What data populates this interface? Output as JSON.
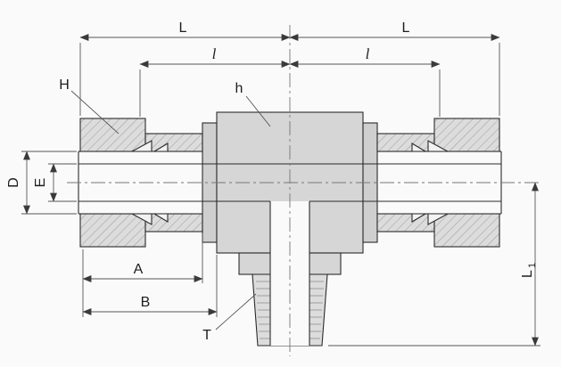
{
  "drawing": {
    "background_color": "#fafafa",
    "outline_color": "#2b2b2b",
    "thin_line_color": "#555555",
    "body_fill_color": "#d6d6d6",
    "hatch_fill_color": "#dcdcdc",
    "hatch_stroke_color": "#9a9a9a",
    "labels": {
      "length_left": "L",
      "length_right": "L",
      "inner_length_left": "l",
      "inner_length_right": "l",
      "nut_callout": "H",
      "body_callout": "h",
      "tube_od": "D",
      "bore_diameter": "E",
      "nut_length": "A",
      "body_length": "B",
      "thread_callout": "T",
      "branch_height_main": "L",
      "branch_height_sub": "1"
    }
  }
}
